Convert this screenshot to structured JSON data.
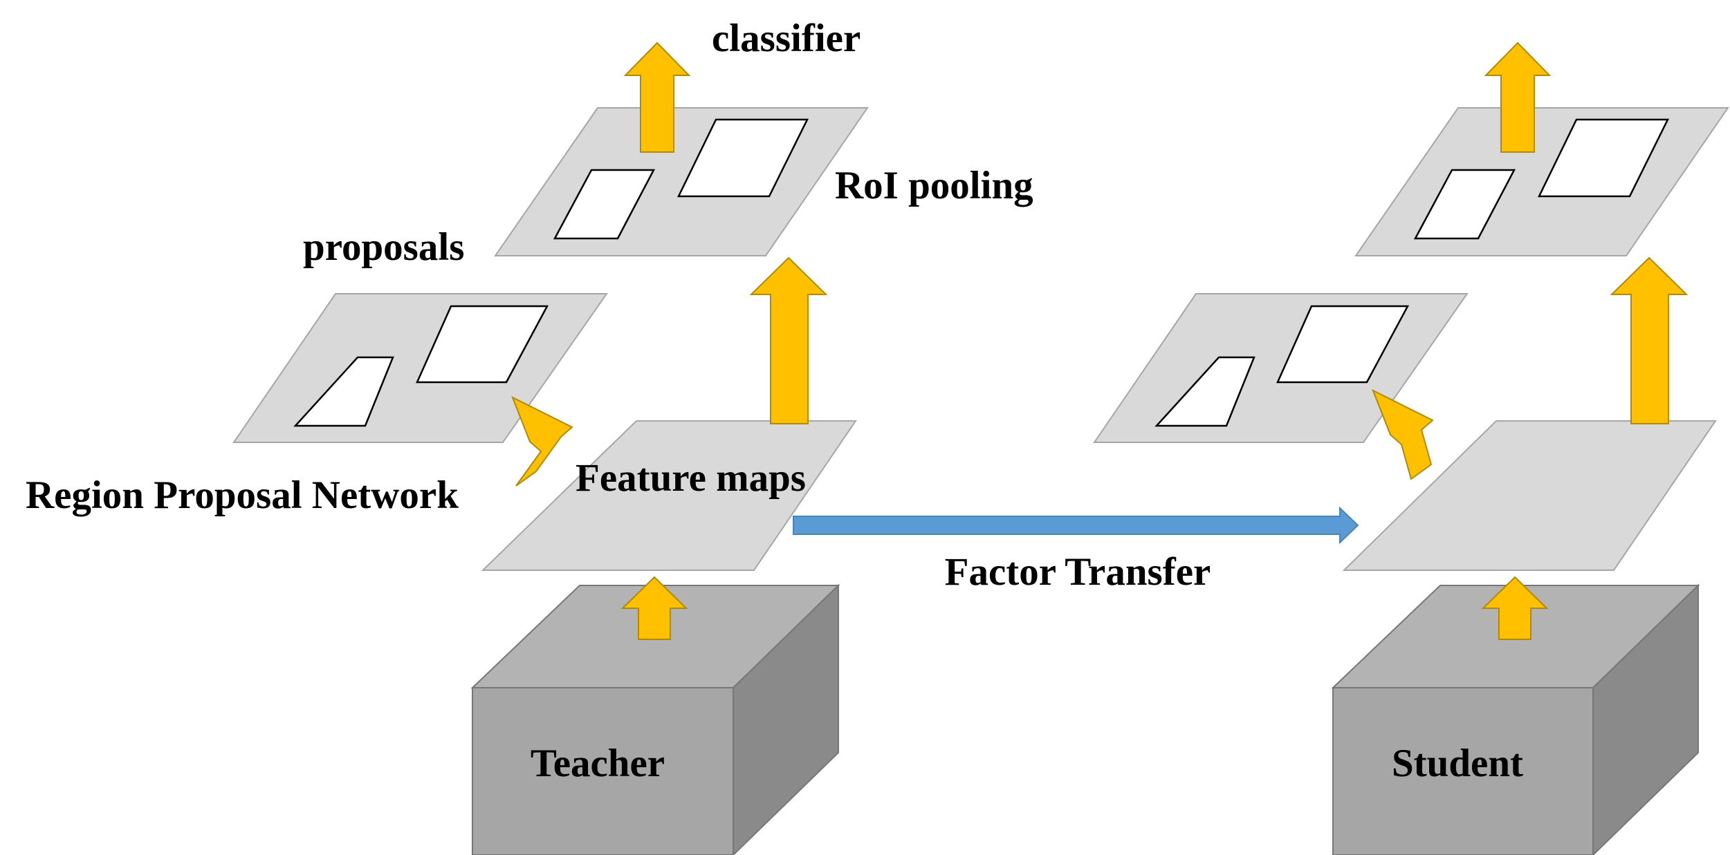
{
  "labels": {
    "classifier": "classifier",
    "roi_pooling": "RoI pooling",
    "proposals": "proposals",
    "rpn": "Region Proposal Network",
    "feature_maps": "Feature maps",
    "factor_transfer": "Factor Transfer",
    "teacher": "Teacher",
    "student": "Student"
  },
  "colors": {
    "arrow": "#ffc000",
    "transfer_arrow": "#5b9bd5",
    "plane": "#d9d9d9",
    "cube": "#a6a6a6"
  }
}
